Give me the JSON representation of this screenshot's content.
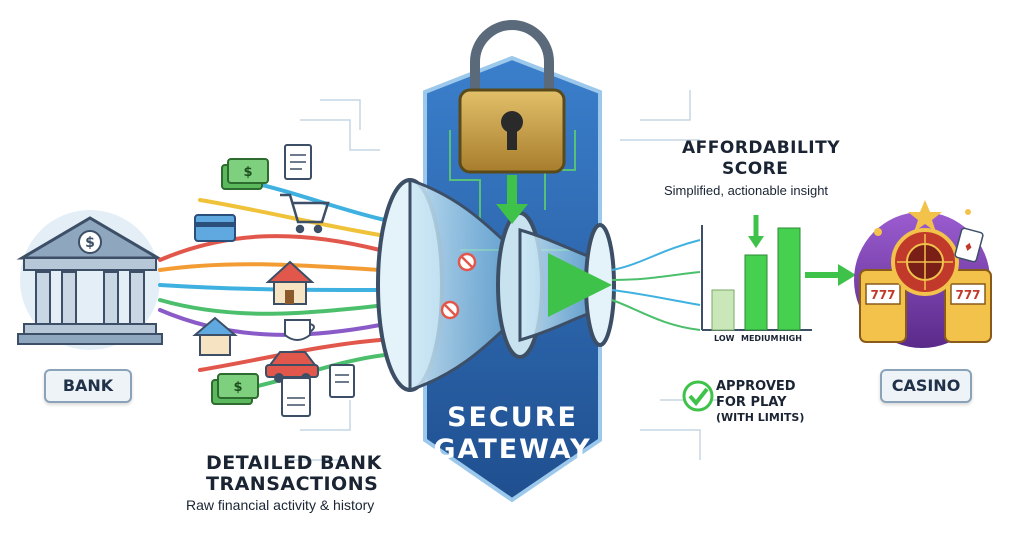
{
  "bank": {
    "label": "BANK"
  },
  "casino": {
    "label": "CASINO"
  },
  "transactions": {
    "title_line1": "DETAILED BANK",
    "title_line2": "TRANSACTIONS",
    "subtitle": "Raw financial activity & history"
  },
  "gateway": {
    "line1": "SECURE",
    "line2": "GATEWAY"
  },
  "score": {
    "title_line1": "AFFORDABILITY",
    "title_line2": "SCORE",
    "subtitle": "Simplified, actionable insight",
    "levels": [
      "LOW",
      "MEDIUM",
      "HIGH"
    ]
  },
  "approval": {
    "line1": "APPROVED",
    "line2": "FOR PLAY",
    "line3": "(WITH LIMITS)"
  },
  "icons": [
    "bank-icon",
    "money-icon",
    "document-icon",
    "credit-card-icon",
    "shopping-cart-icon",
    "house-icon",
    "coffee-icon",
    "car-icon",
    "bill-icon",
    "padlock-icon",
    "casino-icon",
    "checkmark-icon"
  ],
  "colors": {
    "shield": "#2f6fb8",
    "lock": "#c9a14a",
    "arrow_green": "#3fc24a",
    "bar_green": "#45d04f",
    "bar_pale": "#c9e7b8",
    "casino_purple": "#7a3fb0"
  }
}
